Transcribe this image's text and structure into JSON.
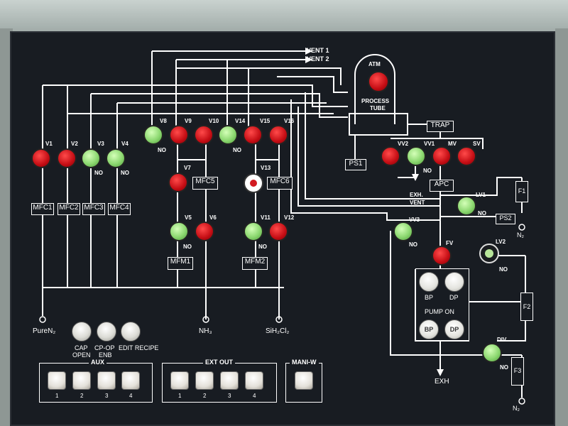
{
  "valves": {
    "v1": "V1",
    "v2": "V2",
    "v3": "V3",
    "v4": "V4",
    "v5": "V5",
    "v6": "V6",
    "v7": "V7",
    "v8": "V8",
    "v9": "V9",
    "v10": "V10",
    "v11": "V11",
    "v12": "V12",
    "v13": "V13",
    "v14": "V14",
    "v15": "V15",
    "v16": "V16",
    "vv1": "VV1",
    "vv2": "VV2",
    "vv3": "VV3",
    "mv": "MV",
    "sv": "SV",
    "lv1": "LV1",
    "lv2": "LV2",
    "fv": "FV",
    "div": "DIV"
  },
  "no": "NO",
  "vent1": "VENT 1",
  "vent2": "VENT 2",
  "process_tube": {
    "atm": "ATM",
    "line1": "PROCESS",
    "line2": "TUBE"
  },
  "boxes": {
    "mfc1": "MFC1",
    "mfc2": "MFC2",
    "mfc3": "MFC3",
    "mfc4": "MFC4",
    "mfc5": "MFC5",
    "mfc6": "MFC6",
    "mfm1": "MFM1",
    "mfm2": "MFM2",
    "ps1": "PS1",
    "ps2": "PS2",
    "trap": "TRAP",
    "apc": "APC",
    "f1": "F1",
    "f2": "F2",
    "f3": "F3"
  },
  "exh_vent": {
    "line1": "EXH.",
    "line2": "VENT"
  },
  "exh": "EXH",
  "n2": "N₂",
  "gases": {
    "pure_n2": "PureN₂",
    "nh3": "NH₃",
    "sih2cl2": "SiH₂Cl₂"
  },
  "pump": {
    "bp": "BP",
    "dp": "DP",
    "pump_on": "PUMP ON"
  },
  "controls": {
    "cap_open_1": "CAP",
    "cap_open_2": "OPEN",
    "cpop_enb_1": "CP-OP",
    "cpop_enb_2": "ENB",
    "edit_recipe": "EDIT RECIPE"
  },
  "aux": {
    "title": "AUX",
    "buttons": [
      "1",
      "2",
      "3",
      "4"
    ]
  },
  "ext_out": {
    "title": "EXT OUT",
    "buttons": [
      "1",
      "2",
      "3",
      "4"
    ]
  },
  "mani_w": {
    "title": "MANI-W"
  },
  "colors": {
    "panel": "#181c22",
    "led_red": "#d21a20",
    "led_green": "#8cd870",
    "line": "#ffffff"
  }
}
